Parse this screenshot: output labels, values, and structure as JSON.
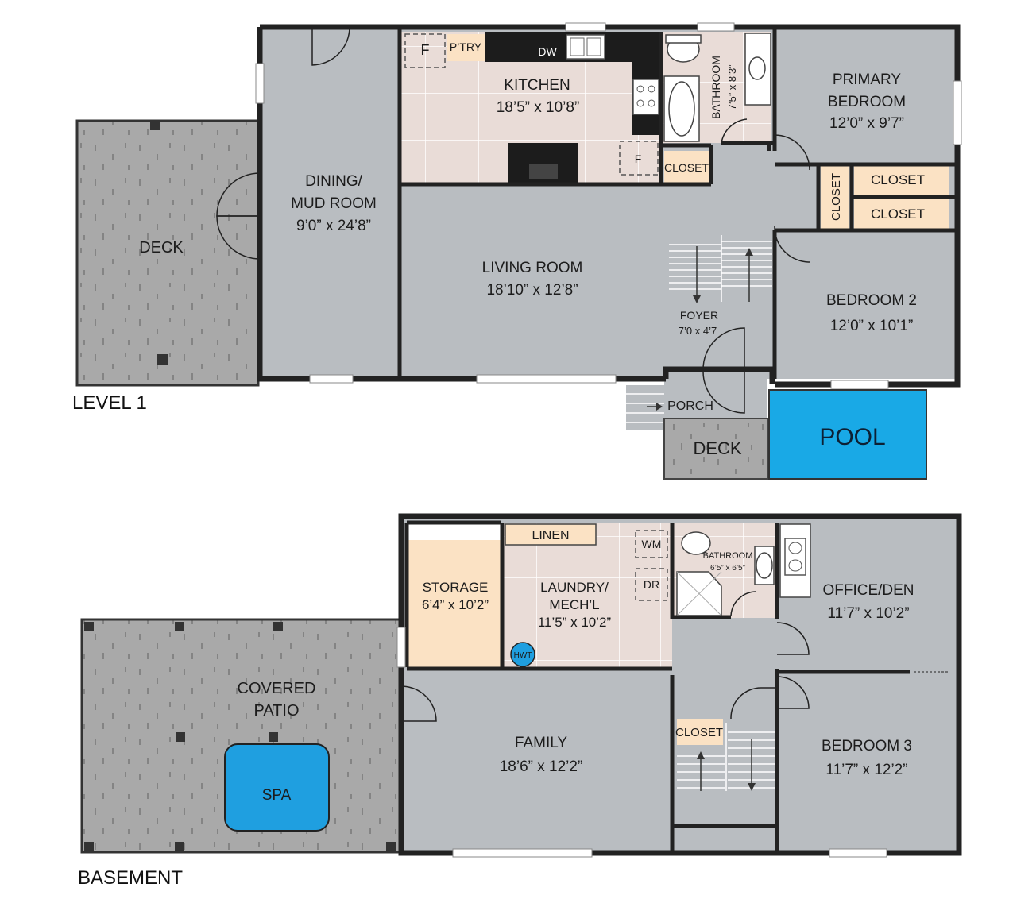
{
  "colors": {
    "wall": "#222222",
    "room_gray": "#b9bdc1",
    "kitchen_tile": "#e9dcd7",
    "closet": "#fbe2c4",
    "deck": "#a9a9a9",
    "pool": "#19a9e6",
    "spa": "#1f9fe0",
    "window": "#ffffff"
  },
  "level1": {
    "label": "LEVEL 1",
    "deck": "DECK",
    "dining": {
      "line1": "DINING/",
      "line2": "MUD ROOM",
      "dim": "9’0” x 24’8”"
    },
    "kitchen": {
      "name": "KITCHEN",
      "dim": "18’5” x 10’8”",
      "fridge": "F",
      "pantry": "P’TRY",
      "dishwasher": "DW",
      "freezer": "F"
    },
    "bathroom": {
      "name": "BATHROOM",
      "dim": "7’5” x 8’3”"
    },
    "closet_kitchen": "CLOSET",
    "primary": {
      "line1": "PRIMARY",
      "line2": "BEDROOM",
      "dim": "12’0” x 9’7”"
    },
    "closet_vertical": "CLOSET",
    "closet_upper": "CLOSET",
    "closet_lower": "CLOSET",
    "living": {
      "name": "LIVING ROOM",
      "dim": "18’10” x 12’8”"
    },
    "foyer": {
      "name": "FOYER",
      "dim": "7’0 x 4’7"
    },
    "bedroom2": {
      "name": "BEDROOM 2",
      "dim": "12’0” x 10’1”"
    },
    "porch": "PORCH",
    "deck_small": "DECK",
    "pool": "POOL"
  },
  "basement": {
    "label": "BASEMENT",
    "linen": "LINEN",
    "washer": "WM",
    "dryer": "DR",
    "storage": {
      "name": "STORAGE",
      "dim": "6’4” x 10’2”"
    },
    "laundry": {
      "line1": "LAUNDRY/",
      "line2": "MECH’L",
      "dim": "11’5” x 10’2”"
    },
    "hwt": "HWT",
    "bathroom": {
      "name": "BATHROOM",
      "dim": "6’5” x 6’5”"
    },
    "office": {
      "name": "OFFICE/DEN",
      "dim": "11’7” x 10’2”"
    },
    "patio": {
      "line1": "COVERED",
      "line2": "PATIO"
    },
    "spa": "SPA",
    "family": {
      "name": "FAMILY",
      "dim": "18’6” x 12’2”"
    },
    "closet": "CLOSET",
    "bedroom3": {
      "name": "BEDROOM 3",
      "dim": "11’7” x 12’2”"
    }
  }
}
